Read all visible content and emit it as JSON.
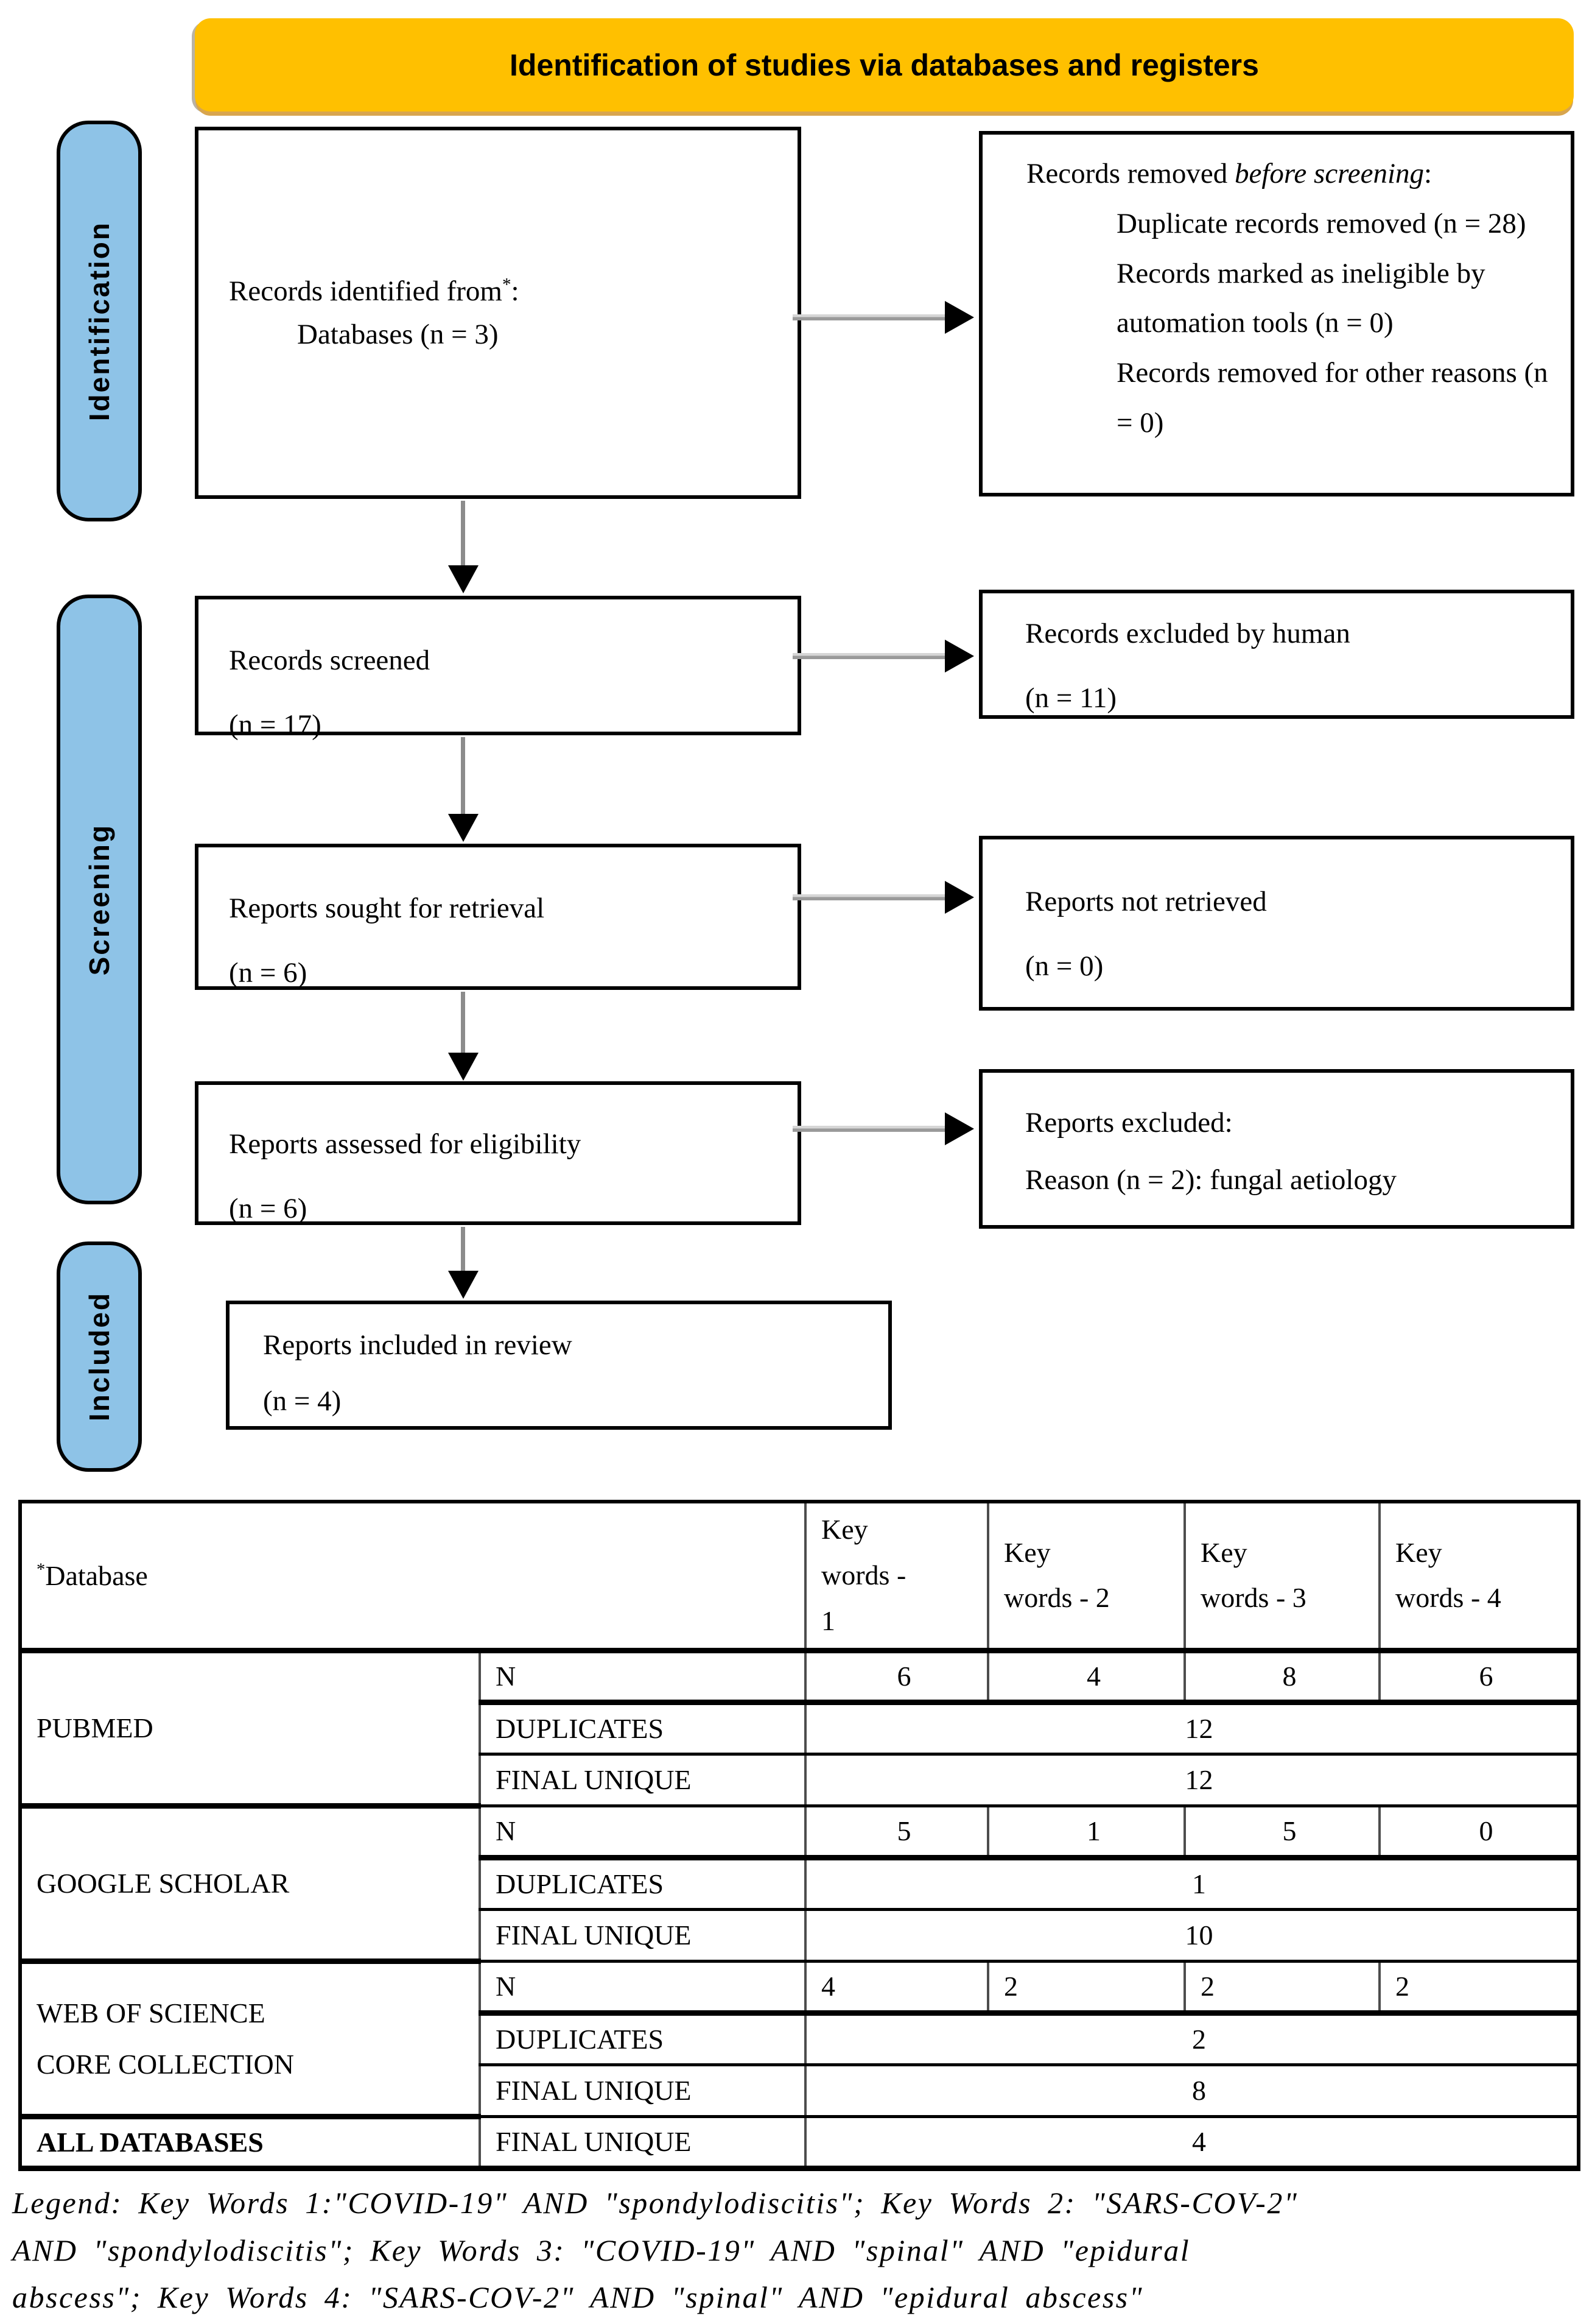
{
  "banner": {
    "title": "Identification of studies via databases and registers"
  },
  "sidebar": {
    "identification": "Identification",
    "screening": "Screening",
    "included": "Included"
  },
  "flow": {
    "identified": {
      "line1": "Records identified from",
      "star": "*",
      "colon": ":",
      "line2": "Databases (n = 3)"
    },
    "removed": {
      "prefix": "Records removed ",
      "italic": "before screening",
      "suffix": ":",
      "items": [
        "Duplicate records removed (n = 28)",
        "Records marked as ineligible by automation tools (n = 0)",
        "Records removed for other reasons (n = 0)"
      ]
    },
    "screened": {
      "line1": "Records screened",
      "line2": "(n = 17)"
    },
    "excluded_human": {
      "line1": "Records excluded by human",
      "line2": "(n = 11)"
    },
    "sought": {
      "line1": "Reports sought for retrieval",
      "line2": "(n = 6)"
    },
    "not_retrieved": {
      "line1": "Reports not retrieved",
      "line2": "(n = 0)"
    },
    "assessed": {
      "line1": "Reports assessed for eligibility",
      "line2": "(n = 6)"
    },
    "excluded_reports": {
      "line1": "Reports excluded:",
      "line2": "Reason (n = 2): fungal aetiology"
    },
    "included": {
      "line1": "Reports included in review",
      "line2": "(n = 4)"
    }
  },
  "table": {
    "header": {
      "star": "*",
      "database": "Database",
      "kw": [
        "Key\nwords -\n1",
        "Key\nwords - 2",
        "Key\nwords - 3",
        "Key\nwords - 4"
      ]
    },
    "pubmed": {
      "name": "PUBMED",
      "n_label": "N",
      "n": [
        "6",
        "4",
        "8",
        "6"
      ],
      "duplicates_label": "DUPLICATES",
      "duplicates": "12",
      "final_unique_label": "FINAL UNIQUE",
      "final_unique": "12"
    },
    "google": {
      "name": "GOOGLE SCHOLAR",
      "n_label": "N",
      "n": [
        "5",
        "1",
        "5",
        "0"
      ],
      "duplicates_label": "DUPLICATES",
      "duplicates": "1",
      "final_unique_label": "FINAL UNIQUE",
      "final_unique": "10"
    },
    "wos": {
      "name": "WEB OF SCIENCE\nCORE COLLECTION",
      "n_label": "N",
      "n": [
        "4",
        "2",
        "2",
        "2"
      ],
      "duplicates_label": "DUPLICATES",
      "duplicates": "2",
      "final_unique_label": "FINAL UNIQUE",
      "final_unique": "8"
    },
    "all": {
      "name": "ALL DATABASES",
      "final_unique_label": "FINAL UNIQUE",
      "final_unique": "4"
    }
  },
  "legend": {
    "text": "Legend: Key Words 1:\"COVID-19\" AND \"spondylodiscitis\"; Key Words 2: \"SARS-COV-2\"\nAND \"spondylodiscitis\"; Key Words 3: \"COVID-19\" AND \"spinal\" AND \"epidural\nabscess\"; Key Words 4: \"SARS-COV-2\" AND \"spinal\" AND \"epidural abscess\""
  },
  "colors": {
    "banner_bg": "#FFC000",
    "banner_edge": "#D8A54E",
    "sidebar_bg": "#8EC3E7",
    "border": "#000000",
    "grid_gray": "#4D4D4D",
    "arrow_gray": "#8C8C8C"
  }
}
